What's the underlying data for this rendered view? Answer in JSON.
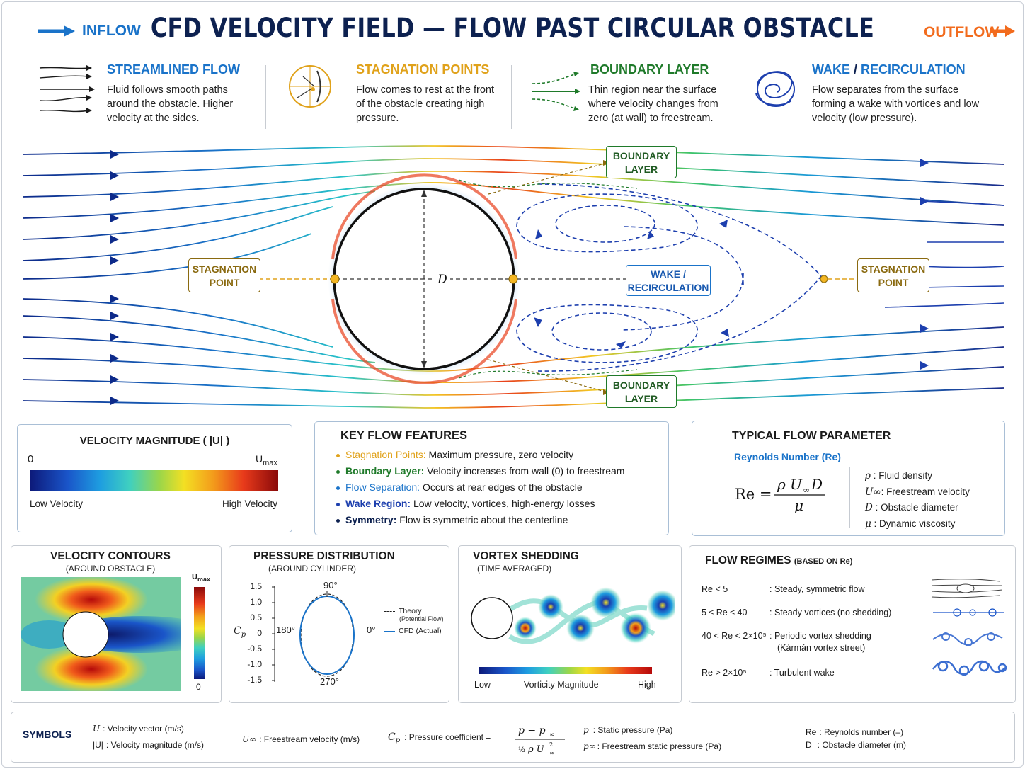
{
  "header": {
    "title": "CFD VELOCITY FIELD — FLOW PAST CIRCULAR OBSTACLE",
    "inflow": "INFLOW",
    "outflow": "OUTFLOW"
  },
  "features": [
    {
      "title": "STREAMLINED FLOW",
      "text": "Fluid follows smooth paths around the obstacle. Higher velocity at the sides.",
      "color": "#1a73c9"
    },
    {
      "title": "STAGNATION POINTS",
      "text": "Flow comes to rest at the front of the obstacle creating high pressure.",
      "color": "#e0a21b"
    },
    {
      "title": "BOUNDARY LAYER",
      "text": "Thin region near the surface where velocity changes from zero (at wall) to freestream.",
      "color": "#1f7a2a"
    },
    {
      "title_a": "WAKE",
      "title_sep": " / ",
      "title_b": "RECIRCULATION",
      "text": "Flow separates from the surface forming a wake with vortices and low velocity (low pressure).",
      "color": "#1a73c9"
    }
  ],
  "diagram": {
    "boundary_layer_top": [
      "BOUNDARY",
      "LAYER"
    ],
    "boundary_layer_bottom": [
      "BOUNDARY",
      "LAYER"
    ],
    "stagnation_left": [
      "STAGNATION",
      "POINT"
    ],
    "stagnation_right": [
      "STAGNATION",
      "POINT"
    ],
    "wake": [
      "WAKE /",
      "RECIRCULATION"
    ],
    "diameter": "D"
  },
  "velocity_panel": {
    "title": "VELOCITY MAGNITUDE ( |U| )",
    "min": "0",
    "max": "U",
    "max_sub": "max",
    "low": "Low Velocity",
    "high": "High Velocity"
  },
  "key_features": {
    "title": "KEY FLOW FEATURES",
    "items": [
      {
        "label": "Stagnation Points:",
        "text": "Maximum pressure, zero velocity",
        "color": "#e0a21b"
      },
      {
        "label": "Boundary Layer:",
        "text": "Velocity increases from wall (0) to freestream",
        "color": "#1f7a2a"
      },
      {
        "label": "Flow Separation:",
        "text": "Occurs at rear edges of the obstacle",
        "color": "#1a73c9"
      },
      {
        "label": "Wake Region:",
        "text": "Low velocity, vortices, high-energy losses",
        "color": "#1d3fae"
      },
      {
        "label": "Symmetry:",
        "text": "Flow is symmetric about the centerline",
        "color": "#0d2150"
      }
    ]
  },
  "parameter_panel": {
    "title": "TYPICAL FLOW PARAMETER",
    "subtitle": "Reynolds Number (Re)",
    "defs": [
      {
        "sym": "ρ",
        "text": ": Fluid density"
      },
      {
        "sym": "U∞",
        "text": ": Freestream velocity"
      },
      {
        "sym": "D",
        "text": ": Obstacle diameter"
      },
      {
        "sym": "μ",
        "text": ": Dynamic viscosity"
      }
    ]
  },
  "contours": {
    "title": "VELOCITY CONTOURS",
    "sub": "(AROUND OBSTACLE)",
    "max": "U",
    "max_sub": "max",
    "min": "0"
  },
  "pressure": {
    "title": "PRESSURE DISTRIBUTION",
    "sub": "(AROUND CYLINDER)",
    "yticks": [
      "1.5",
      "1.0",
      "0.5",
      "0",
      "-0.5",
      "-1.0",
      "-1.5"
    ],
    "ylabel": "C",
    "ylabel_sub": "p",
    "angles": {
      "top": "90°",
      "left": "180°",
      "right": "0°",
      "bottom": "270°"
    },
    "legend": [
      {
        "name": "Theory",
        "note": "(Potential Flow)",
        "color": "#222222"
      },
      {
        "name": "CFD (Actual)",
        "note": "",
        "color": "#1a73c9"
      }
    ]
  },
  "vortex": {
    "title": "VORTEX SHEDDING",
    "sub": "(TIME AVERAGED)",
    "low": "Low",
    "mid": "Vorticity Magnitude",
    "high": "High"
  },
  "regimes": {
    "title": "FLOW REGIMES",
    "title_note": "(BASED ON Re)",
    "rows": [
      {
        "cond": "Re < 5",
        "desc": ": Steady, symmetric flow",
        "desc2": ""
      },
      {
        "cond": "5 ≤ Re ≤ 40",
        "desc": ": Steady vortices (no shedding)",
        "desc2": ""
      },
      {
        "cond": "40 < Re < 2×10⁵",
        "desc": ": Periodic vortex shedding",
        "desc2": "(Kármán vortex street)"
      },
      {
        "cond": "Re > 2×10⁵",
        "desc": ": Turbulent wake",
        "desc2": ""
      }
    ]
  },
  "symbols": {
    "title": "SYMBOLS",
    "items": [
      {
        "sym": "U",
        "text": ": Velocity vector (m/s)"
      },
      {
        "sym": "|U|",
        "text": ": Velocity magnitude (m/s)"
      },
      {
        "sym": "U∞",
        "text": ": Freestream velocity (m/s)"
      },
      {
        "sym": "C",
        "text": ": Pressure coefficient ="
      },
      {
        "sym": "p",
        "text": ": Static pressure (Pa)"
      },
      {
        "sym": "p∞",
        "text": ": Freestream static pressure (Pa)"
      },
      {
        "sym": "Re",
        "text": ": Reynolds number (–)"
      },
      {
        "sym": "D",
        "text": ": Obstacle diameter (m)"
      }
    ]
  }
}
